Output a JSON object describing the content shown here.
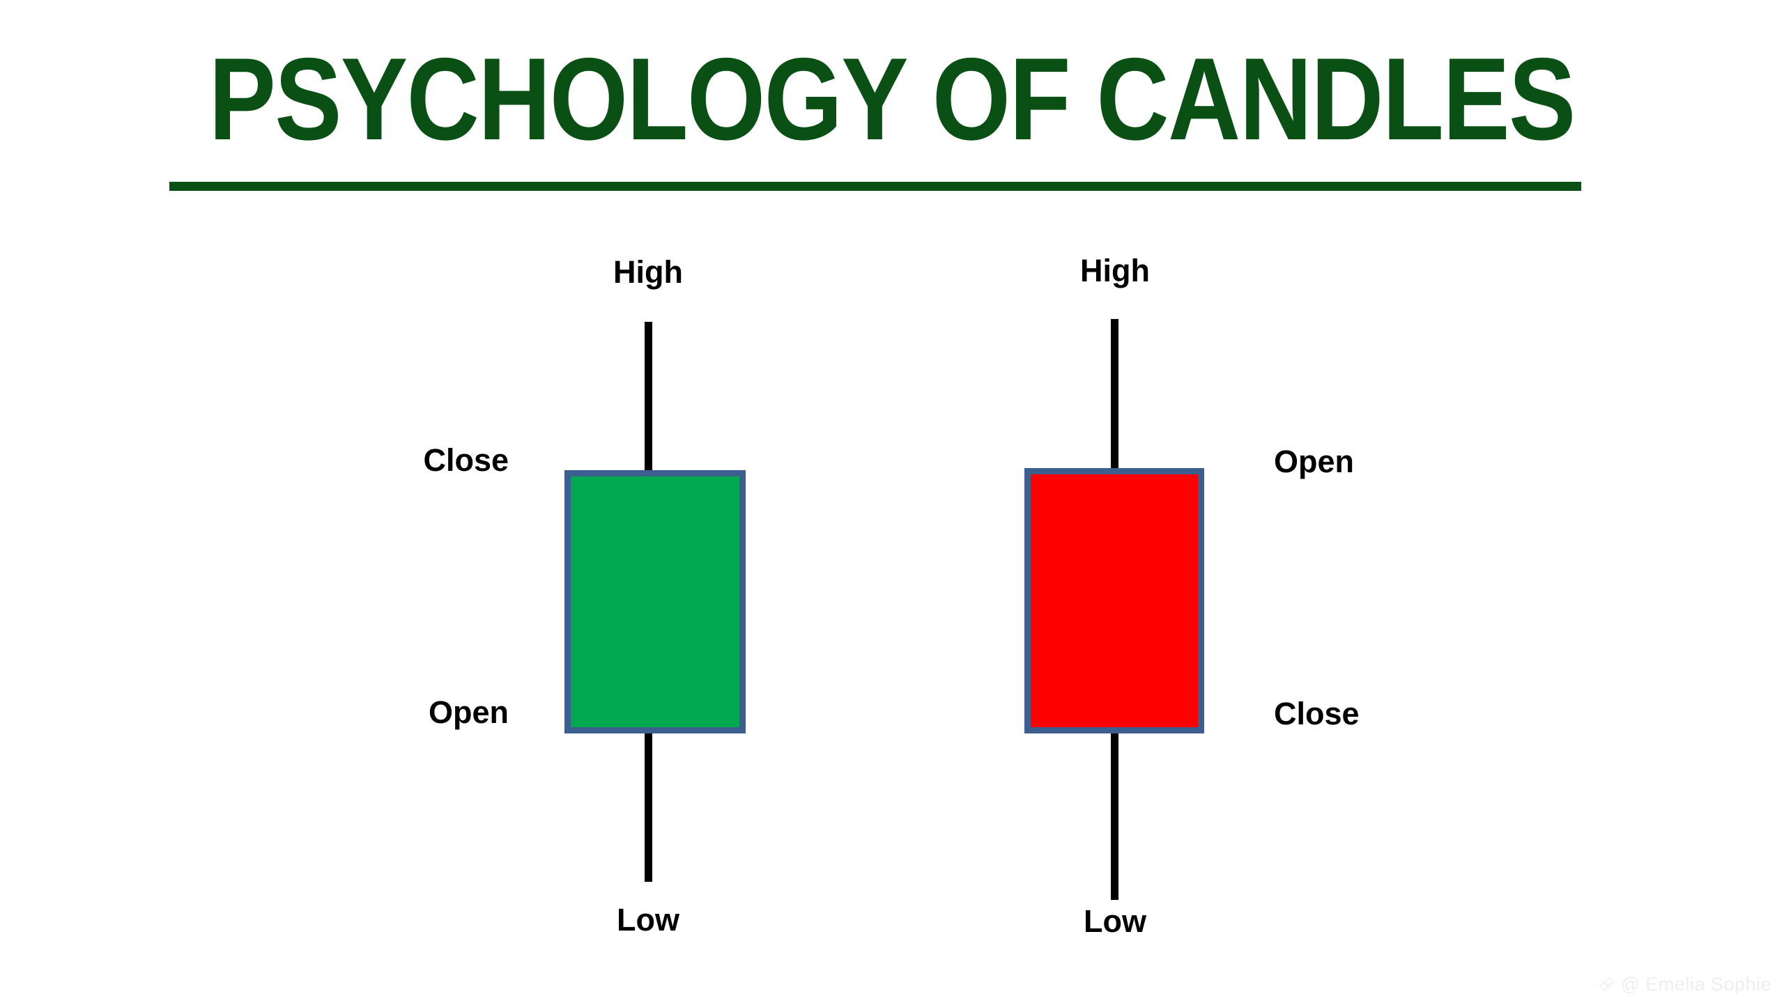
{
  "slide": {
    "background_color": "#ffffff",
    "title": "PSYCHOLOGY OF CANDLES",
    "title_color": "#0a5014"
  },
  "chart_data": {
    "type": "candlestick-diagram",
    "title": "PSYCHOLOGY OF CANDLES",
    "xlabel": "",
    "ylabel": "",
    "grid": false,
    "legend": "none",
    "candles": [
      {
        "name": "bullish-candle",
        "direction": "bullish",
        "body_color": "#00a94f",
        "border_color": "#3c5f8f",
        "wick_color": "#000000",
        "labels": {
          "high": "High",
          "close": "Close",
          "open": "Open",
          "low": "Low"
        },
        "label_positions": {
          "high": "top-center",
          "close": "left-top",
          "open": "left-bottom",
          "low": "bottom-center"
        }
      },
      {
        "name": "bearish-candle",
        "direction": "bearish",
        "body_color": "#fe0000",
        "border_color": "#3c5f8f",
        "wick_color": "#000000",
        "labels": {
          "high": "High",
          "open": "Open",
          "close": "Close",
          "low": "Low"
        },
        "label_positions": {
          "high": "top-center",
          "open": "right-top",
          "close": "right-bottom",
          "low": "bottom-center"
        }
      }
    ]
  },
  "watermark": {
    "handle": "@ Emelia Sophie",
    "logo_icon": "diamond-logo-icon",
    "color": "#c9c9c9"
  }
}
